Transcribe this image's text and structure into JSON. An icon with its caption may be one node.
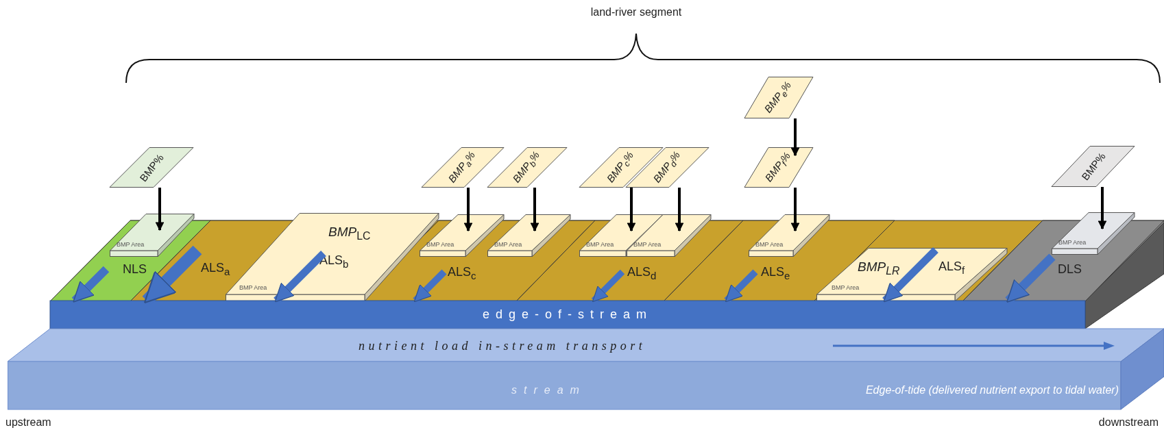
{
  "diagram": {
    "nodes": [
      {
        "text": [
          "BMP%"
        ]
      },
      {
        "text": [
          "BMP Area"
        ]
      },
      {
        "text": [
          "*BMP*$_{LC}$",
          "BMP Area",
          "ALS$_{b}$"
        ]
      },
      {
        "text": [
          "BMP$_{a}$%"
        ]
      },
      {
        "text": [
          "BMP Area"
        ]
      },
      {
        "text": [
          "BMP$_{b}$%"
        ]
      },
      {
        "text": [
          "BMP Area"
        ]
      },
      {
        "text": [
          "BMP$_{c}$%"
        ]
      },
      {
        "text": [
          "BMP$_{d}$%"
        ]
      },
      {
        "text": [
          "BMP Area"
        ]
      },
      {
        "text": [
          "BMP Area"
        ]
      },
      {
        "text": [
          "BMP$_{e}$%"
        ]
      },
      {
        "text": [
          "BMP$_{f}$%"
        ]
      },
      {
        "text": [
          "BMP Area"
        ]
      },
      {
        "text": [
          "BMP$_{LR}$",
          "BMP Area",
          "ALS$_{f}$"
        ]
      },
      {
        "text": [
          "BMP%"
        ]
      },
      {
        "text": [
          "BMP Area"
        ]
      },
      {
        "text": [
          "edge-of-stream"
        ]
      },
      {
        "text": [
          "nutrient load in-stream transport",
          "stream",
          "Edge-of-tide (delivered nutrient export to tidal water)"
        ]
      },
      {
        "text": [
          "NLS"
        ]
      },
      {
        "text": [
          "ALS$_{a}$"
        ]
      },
      {
        "text": [
          "ALS$_{c}$"
        ]
      },
      {
        "text": [
          "ALS$_{d}$"
        ]
      },
      {
        "text": [
          "ALS$_{e}$"
        ]
      },
      {
        "text": [
          "DLS"
        ]
      }
    ],
    "edges": [
      {
        "from": 0,
        "to": 1,
        "arrow": "to"
      },
      {
        "from": 3,
        "to": 4,
        "arrow": "to"
      },
      {
        "from": 5,
        "to": 6,
        "arrow": "to"
      },
      {
        "from": 7,
        "to": 9,
        "arrow": "to"
      },
      {
        "from": 8,
        "to": 10,
        "arrow": "to"
      },
      {
        "from": 11,
        "to": 12,
        "arrow": "to"
      },
      {
        "from": 12,
        "to": 13,
        "arrow": "to"
      },
      {
        "from": 15,
        "to": 16,
        "arrow": "to"
      },
      {
        "from": 19,
        "to": 17,
        "arrow": "to",
        "style": "thick",
        "color": "#4472c4"
      },
      {
        "from": 20,
        "to": 17,
        "arrow": "to",
        "style": "thick",
        "color": "#4472c4"
      },
      {
        "from": 2,
        "to": 17,
        "arrow": "to",
        "style": "thick",
        "color": "#4472c4"
      },
      {
        "from": 21,
        "to": 17,
        "arrow": "to",
        "style": "thick",
        "color": "#4472c4"
      },
      {
        "from": 22,
        "to": 17,
        "arrow": "to",
        "style": "thick",
        "color": "#4472c4"
      },
      {
        "from": 23,
        "to": 17,
        "arrow": "to",
        "style": "thick",
        "color": "#4472c4"
      },
      {
        "from": 14,
        "to": 17,
        "arrow": "to",
        "style": "thick",
        "color": "#4472c4"
      },
      {
        "from": 24,
        "to": 17,
        "arrow": "to",
        "style": "thick",
        "color": "#4472c4"
      }
    ],
    "labels": [
      "land-river segment",
      "upstream",
      "downstream"
    ]
  }
}
